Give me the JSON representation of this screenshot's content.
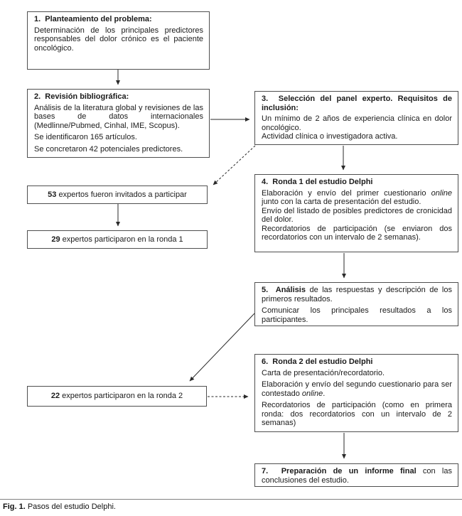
{
  "flowchart": {
    "step1": {
      "title": "1.  Planteamiento del problema:",
      "body": "Determinación de los principales predictores responsables del dolor crónico es el paciente oncológico."
    },
    "step2": {
      "title": "2.  Revisión bibliográfica:",
      "p1": "Análisis de la literatura global y revisiones de las bases de datos internacionales (Medlinne/Pubmed, Cinhal, IME, Scopus).",
      "p2": "Se identificaron 165 artículos.",
      "p3": "Se concretaron 42 potenciales predictores."
    },
    "step3": {
      "title": "3.  Selección del panel experto. Requisitos de inclusión:",
      "p1": "Un mínimo de 2 años de experiencia clínica en dolor oncológico.",
      "p2": "Actividad clínica o investigadora activa."
    },
    "step4": {
      "title": "4.  Ronda 1 del estudio Delphi",
      "p1a": "Elaboración y envío del primer cuestionario ",
      "p1_italic": "online",
      "p1b": " junto con la carta de presentación del estudio.",
      "p2": "Envío del listado de posibles predictores de cronicidad del dolor.",
      "p3": "Recordatorios de participación (se enviaron dos recordatorios con un intervalo de 2 semanas)."
    },
    "step5": {
      "title_inline": "5.  Análisis",
      "p1_rest": " de las respuestas y descripción de los primeros resultados.",
      "p2": "Comunicar los principales resultados a los participantes."
    },
    "step6": {
      "title": "6.  Ronda 2 del estudio Delphi",
      "p1": "Carta de presentación/recordatorio.",
      "p2a": "Elaboración y envío del segundo cuestionario para ser contestado ",
      "p2_italic": "online",
      "p2b": ".",
      "p3": "Recordatorios de participación (como en primera ronda: dos recordatorios con un intervalo de 2 semanas)"
    },
    "step7": {
      "title_inline": "7.  Preparación de un informe final",
      "rest": " con las conclusiones del estudio."
    },
    "invited": {
      "number": "53",
      "text": " expertos fueron invitados a participar"
    },
    "round1": {
      "number": "29",
      "text": " expertos participaron en la ronda 1"
    },
    "round2": {
      "number": "22",
      "text": " expertos participaron en la ronda 2"
    }
  },
  "caption": {
    "label": "Fig. 1.",
    "text": " Pasos del estudio Delphi."
  },
  "colors": {
    "box_border": "#4f4f4f",
    "arrow": "#2a2a2a",
    "text": "#1b1b1b"
  }
}
